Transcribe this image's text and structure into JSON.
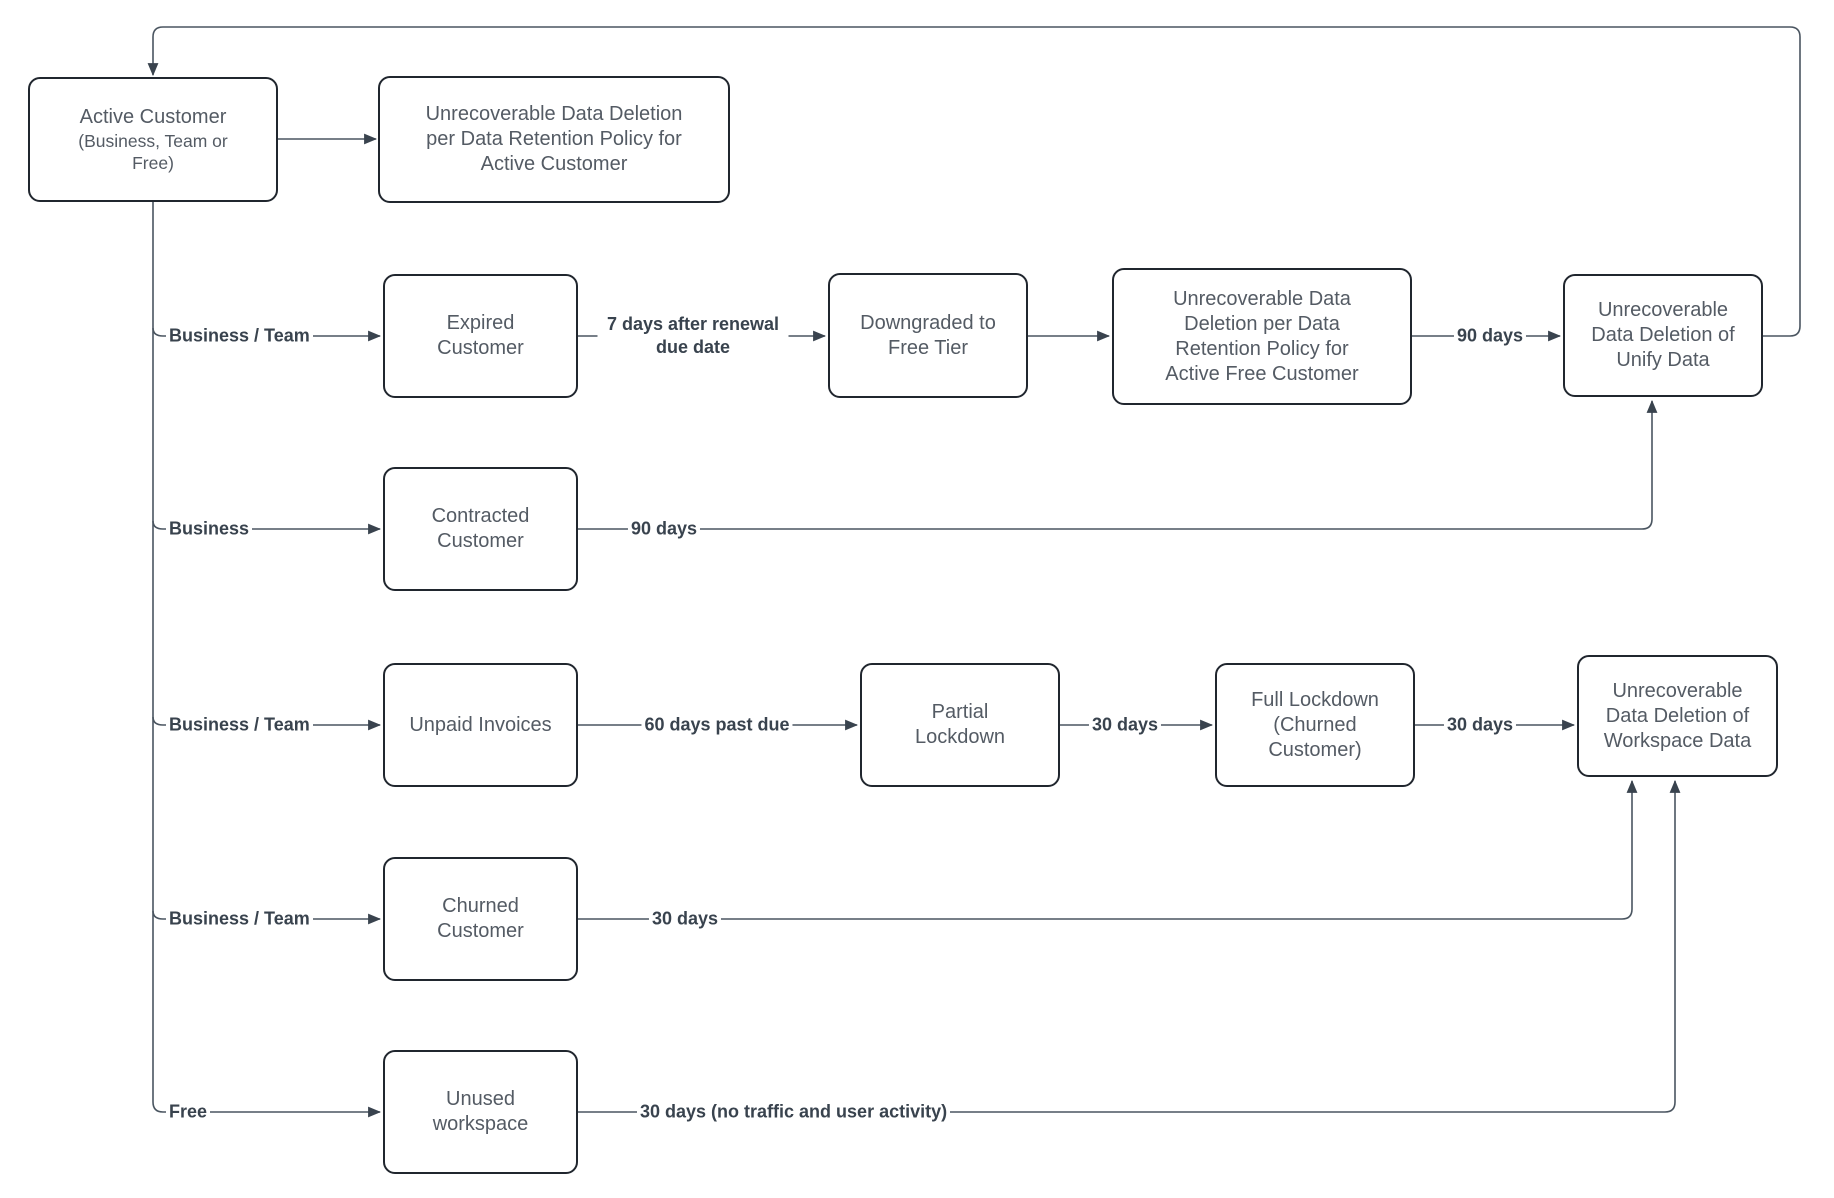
{
  "diagram": {
    "boxes": [
      {
        "id": "active-customer",
        "title": "Active Customer",
        "subtitle": "(Business, Team or Free)"
      },
      {
        "id": "deletion-active-customer",
        "label": "Unrecoverable Data Deletion per Data Retention Policy for Active Customer"
      },
      {
        "id": "expired-customer",
        "label": "Expired Customer"
      },
      {
        "id": "downgraded-free-tier",
        "label": "Downgraded to Free Tier"
      },
      {
        "id": "deletion-active-free-customer",
        "label": "Unrecoverable Data Deletion per Data Retention Policy for Active Free Customer"
      },
      {
        "id": "deletion-unify-data",
        "label": "Unrecoverable Data Deletion of Unify Data"
      },
      {
        "id": "contracted-customer",
        "label": "Contracted Customer"
      },
      {
        "id": "unpaid-invoices",
        "label": "Unpaid Invoices"
      },
      {
        "id": "partial-lockdown",
        "label": "Partial Lockdown"
      },
      {
        "id": "full-lockdown",
        "label": "Full Lockdown (Churned Customer)"
      },
      {
        "id": "deletion-workspace-data",
        "label": "Unrecoverable Data Deletion of Workspace Data"
      },
      {
        "id": "churned-customer",
        "label": "Churned Customer"
      },
      {
        "id": "unused-workspace",
        "label": "Unused workspace"
      }
    ],
    "edge_labels": [
      {
        "id": "branch-expired",
        "label": "Business / Team"
      },
      {
        "id": "branch-contracted",
        "label": "Business"
      },
      {
        "id": "branch-unpaid",
        "label": "Business / Team"
      },
      {
        "id": "branch-churned",
        "label": "Business / Team"
      },
      {
        "id": "branch-unused",
        "label": "Free"
      },
      {
        "id": "expired-to-downgraded",
        "label": "7 days after renewal due date"
      },
      {
        "id": "free-to-unify",
        "label": "90 days"
      },
      {
        "id": "contracted-to-unify",
        "label": "90 days"
      },
      {
        "id": "unpaid-to-partial",
        "label": "60 days past due"
      },
      {
        "id": "partial-to-full",
        "label": "30 days"
      },
      {
        "id": "full-to-workspace",
        "label": "30 days"
      },
      {
        "id": "churned-to-workspace",
        "label": "30 days"
      },
      {
        "id": "unused-to-workspace",
        "label": "30 days (no traffic and user activity)"
      }
    ],
    "colors": {
      "box_border": "#20262e",
      "box_text": "#545b64",
      "edge_line": "#4a5560",
      "edge_text": "#39434e",
      "background": "#ffffff"
    }
  }
}
